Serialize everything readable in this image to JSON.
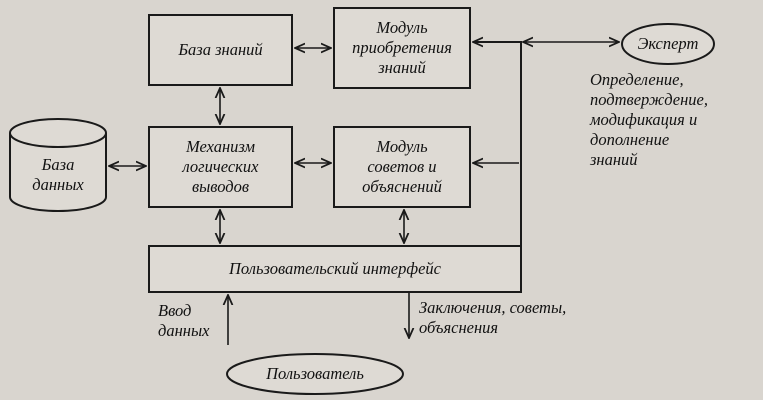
{
  "blocks": {
    "knowledge_base": "База знаний",
    "acquisition_module": "Модуль\nприобретения\nзнаний",
    "inference_engine": "Механизм\nлогических\nвыводов",
    "advice_module": "Модуль\nсоветов и\nобъяснений",
    "database": "База\nданных",
    "user_interface": "Пользовательский интерфейс",
    "expert": "Эксперт",
    "user": "Пользователь"
  },
  "annotations": {
    "expert_flow": "Определение,\nподтверждение,\nмодификация и\nдополнение\nзнаний",
    "data_input": "Ввод\nданных",
    "output": "Заключения, советы,\nобъяснения"
  },
  "colors": {
    "background": "#d9d5cf",
    "block_fill": "#dedad4",
    "line": "#1a1a1a"
  }
}
